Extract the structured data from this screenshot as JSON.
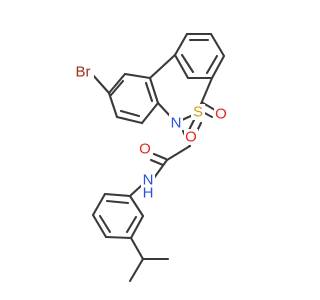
{
  "molecule": {
    "atoms": {
      "br": {
        "label": "Br",
        "color": "#a0301e"
      },
      "n_ring": {
        "label": "N",
        "color": "#2f4fdf"
      },
      "s": {
        "label": "S",
        "color": "#c7a21a"
      },
      "o_s_right": {
        "label": "O",
        "color": "#e8261b"
      },
      "o_s_bottom": {
        "label": "O",
        "color": "#e8261b"
      },
      "o_amide": {
        "label": "O",
        "color": "#e8261b"
      },
      "n_amide": {
        "label": "N",
        "color": "#2f4fdf"
      },
      "h_amide": {
        "label": "H",
        "color": "#2f4fdf"
      }
    },
    "bond_color": "#3a3a3a"
  }
}
